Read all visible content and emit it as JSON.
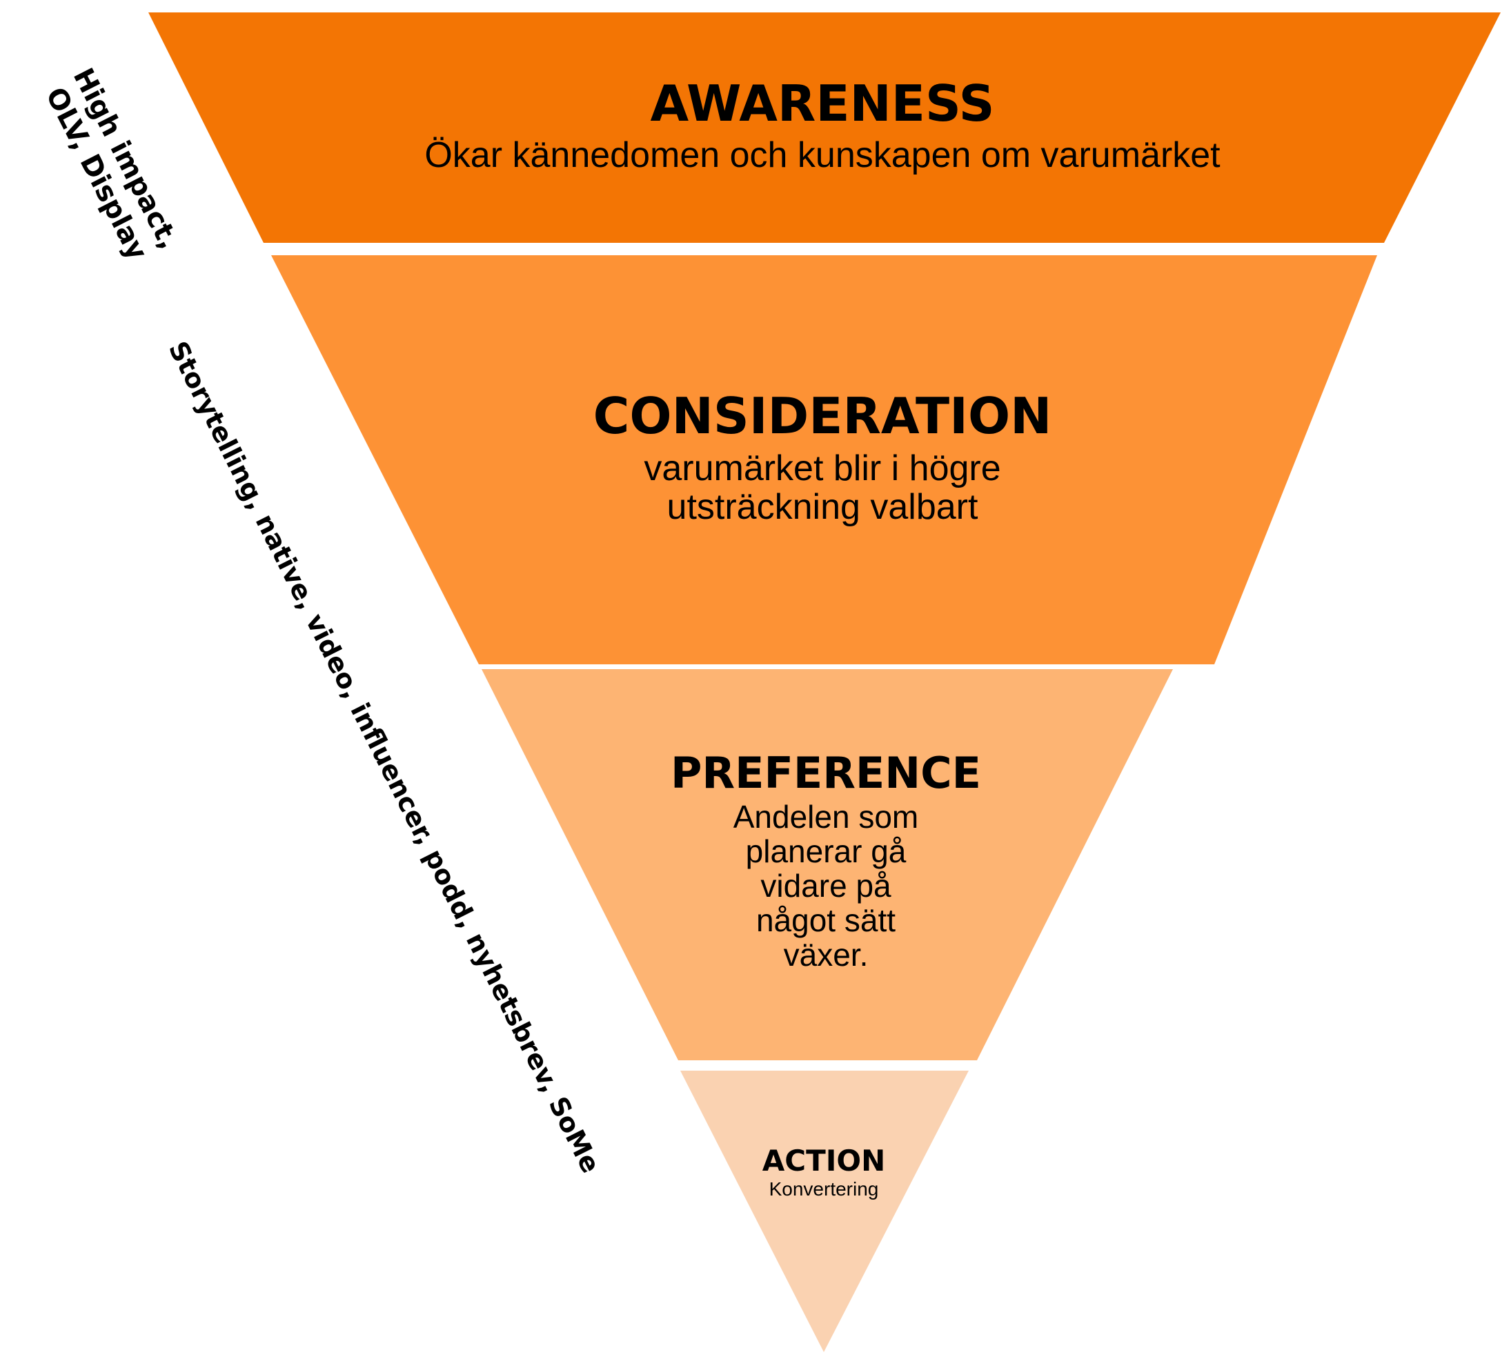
{
  "funnel": {
    "stages": [
      {
        "title": "AWARENESS",
        "description_lines": [
          "Ökar kännedomen och kunskapen om varumärket"
        ],
        "color": "#F37504"
      },
      {
        "title": "CONSIDERATION",
        "description_lines": [
          "varumärket blir i högre",
          "utsträckning valbart"
        ],
        "color": "#FD9235"
      },
      {
        "title": "PREFERENCE",
        "description_lines": [
          "Andelen som",
          "planerar gå",
          "vidare på",
          "något sätt",
          "växer."
        ],
        "color": "#FDB473"
      },
      {
        "title": "ACTION",
        "description_lines": [
          "Konvertering"
        ],
        "color": "#FAD2B1"
      }
    ]
  },
  "side_labels": {
    "top": {
      "lines": [
        "High impact,",
        "OLV, Display"
      ]
    },
    "middle": {
      "lines": [
        "Storytelling, native, video, influencer, podd, nyhetsbrev, SoMe"
      ]
    }
  }
}
